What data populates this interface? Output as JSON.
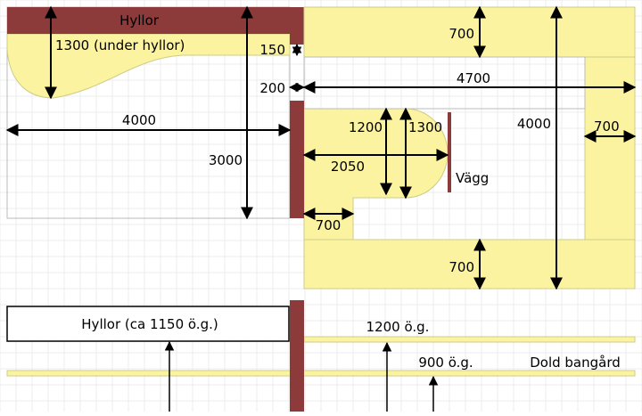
{
  "colors": {
    "grid": "#ececec",
    "shelf": "#8c3a3a",
    "floor": "#fbf3a0",
    "floor_edge": "#cccc88",
    "outline": "#bbbbbb",
    "arrow": "#000000"
  },
  "plan": {
    "shelves_label": "Hyllor",
    "d_1300_under": "1300 (under hyllor)",
    "d_150": "150",
    "d_200": "200",
    "d_4000_left": "4000",
    "d_3000": "3000",
    "d_700_top": "700",
    "d_4700": "4700",
    "d_4000_right": "4000",
    "d_700_right": "700",
    "d_1200": "1200",
    "d_1300": "1300",
    "d_2050": "2050",
    "wall_label": "Vägg",
    "d_700_inner": "700",
    "d_700_bottom": "700"
  },
  "section": {
    "shelves_box_label": "Hyllor (ca 1150 ö.g.)",
    "level_1200": "1200 ö.g.",
    "level_900": "900 ö.g.",
    "hidden_yard": "Dold bangård"
  }
}
